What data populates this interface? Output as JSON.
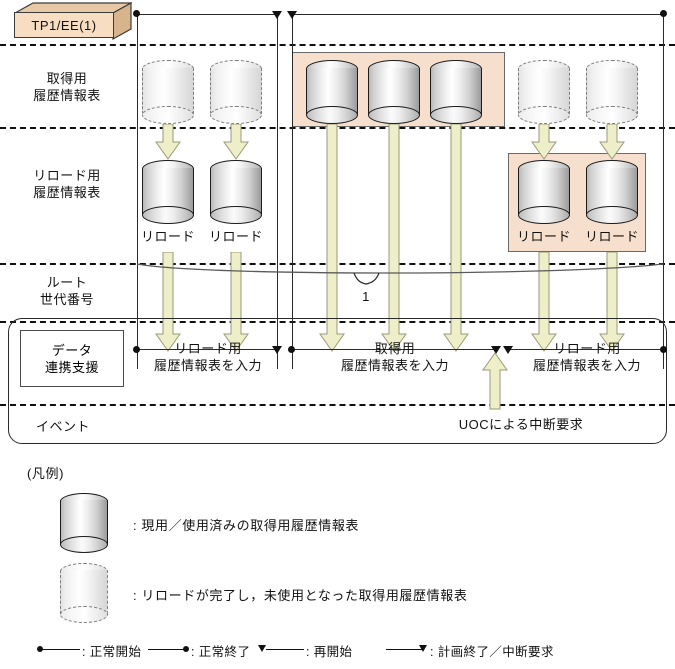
{
  "diagram": {
    "title_box": {
      "label": "TP1/EE(1)"
    },
    "row_labels": [
      {
        "id": "acquisition",
        "label": "取得用\n履歴情報表"
      },
      {
        "id": "reload",
        "label": "リロード用\n履歴情報表"
      },
      {
        "id": "root_gen",
        "label": "ルート\n世代番号"
      },
      {
        "id": "data_link",
        "label": "データ\n連携支援"
      },
      {
        "id": "event",
        "label": "イベント"
      }
    ],
    "reload_cylinder_captions": [
      "リロード",
      "リロード",
      "リロード",
      "リロード"
    ],
    "root_generation_value": "1",
    "data_link_spans": [
      {
        "id": "span-1",
        "label": "リロード用\n履歴情報表を入力"
      },
      {
        "id": "span-2",
        "label": "取得用\n履歴情報表を入力"
      },
      {
        "id": "span-3",
        "label": "リロード用\n履歴情報表を入力"
      }
    ],
    "event_label": "UOCによる中断要求",
    "colors": {
      "peach": "#f6e0cd",
      "box_face": "#f7ddc2",
      "arrow_fill": "#eeeec8",
      "arrow_stroke": "#8d8d6f",
      "line": "#2a2a2a",
      "dash": "#101010"
    }
  },
  "legend": {
    "heading": "(凡例)",
    "items": [
      {
        "id": "legend-solid-cylinder",
        "style": "solid",
        "label": ": 現用／使用済みの取得用履歴情報表"
      },
      {
        "id": "legend-dashed-cylinder",
        "style": "dashed",
        "label": ": リロードが完了し，未使用となった取得用履歴情報表"
      }
    ],
    "line_keys": [
      {
        "id": "key-normal-start",
        "marker": "dot-left",
        "label": ": 正常開始"
      },
      {
        "id": "key-normal-end",
        "marker": "dot-right",
        "label": ": 正常終了"
      },
      {
        "id": "key-restart",
        "marker": "tri-left",
        "label": ": 再開始"
      },
      {
        "id": "key-planned-end",
        "marker": "tri-right",
        "label": ": 計画終了／中断要求"
      }
    ]
  }
}
